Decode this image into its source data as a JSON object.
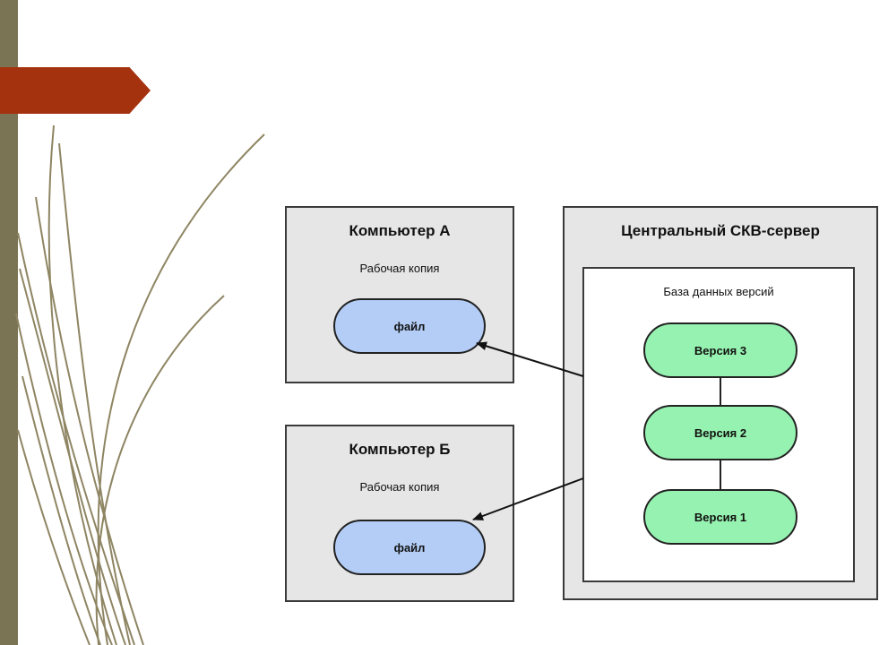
{
  "computer_a": {
    "title": "Компьютер А",
    "working_copy": "Рабочая копия",
    "file": "файл"
  },
  "computer_b": {
    "title": "Компьютер Б",
    "working_copy": "Рабочая копия",
    "file": "файл"
  },
  "server": {
    "title": "Центральный СКВ-сервер",
    "db_label": "База данных версий",
    "versions": [
      "Версия 3",
      "Версия 2",
      "Версия 1"
    ]
  },
  "colors": {
    "sidebar": "#7b7454",
    "accent_arrow": "#a5320f",
    "file_fill": "#b3cdf7",
    "version_fill": "#96f2b0",
    "box_fill": "#e6e6e6"
  }
}
